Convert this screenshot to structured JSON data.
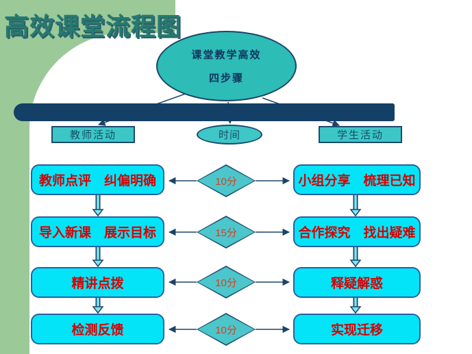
{
  "slide_title": "高效课堂流程图",
  "overview_ellipse": {
    "line1": "课堂教学高效",
    "line2": "四步骤"
  },
  "column_headers": {
    "teacher": "教师活动",
    "time": "时间",
    "student": "学生活动"
  },
  "rows": [
    {
      "teacher": "教师点评　纠偏明确",
      "time": "10分",
      "student": "小组分享　梳理已知"
    },
    {
      "teacher": "导入新课　展示目标",
      "time": "15分",
      "student": "合作探究　找出疑难"
    },
    {
      "teacher": "精讲点拨",
      "time": "10分",
      "student": "释疑解惑"
    },
    {
      "teacher": "检测反馈",
      "time": "10分",
      "student": "实现迁移"
    }
  ],
  "colors": {
    "accent_green": "#9bc998",
    "bar_navy": "#143f66",
    "header_turquoise": "#3cc6c6",
    "ellipse_turquoise": "#2dbcb6",
    "diamond_turquoise": "#4cc6ca",
    "box_aqua": "#04e4f8",
    "box_border_blue": "#2b5f9e",
    "red_text": "#d90000",
    "navy_line": "#1c4468",
    "title_teal": "#267a6f"
  }
}
